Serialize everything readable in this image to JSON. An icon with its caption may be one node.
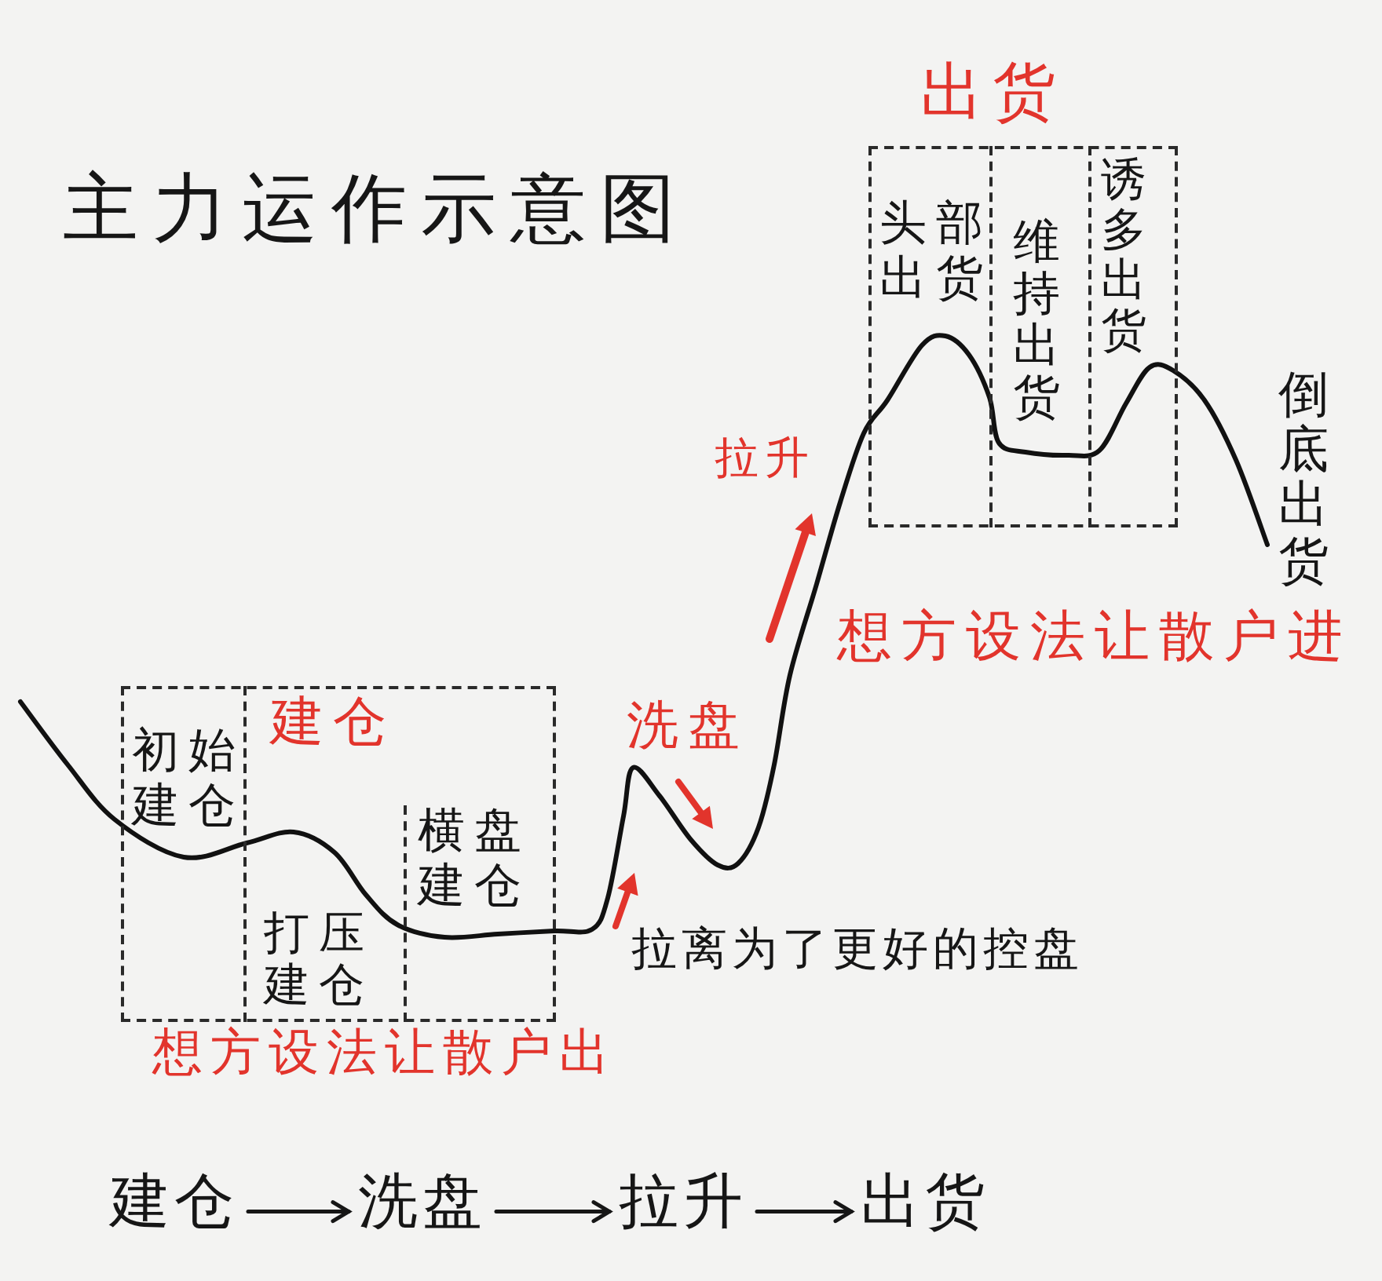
{
  "diagram": {
    "title": "主力运作示意图",
    "nodes": [
      {
        "text": [
          "建仓"
        ]
      },
      {
        "text": [
          "初始建仓"
        ],
        "in": 0
      },
      {
        "text": [
          "打压建仓"
        ],
        "in": 0
      },
      {
        "text": [
          "横盘建仓"
        ],
        "in": 0
      },
      {
        "text": [
          "出货"
        ]
      },
      {
        "text": [
          "头部出货"
        ],
        "in": 4
      },
      {
        "text": [
          "维持出货"
        ],
        "in": 4
      },
      {
        "text": [
          "诱多出货"
        ],
        "in": 4
      },
      {
        "text": [
          "建仓"
        ]
      },
      {
        "text": [
          "洗盘"
        ]
      },
      {
        "text": [
          "拉升"
        ]
      },
      {
        "text": [
          "出货"
        ]
      }
    ],
    "edges": [
      {
        "from": 8,
        "to": 9,
        "arrow": "to"
      },
      {
        "from": 9,
        "to": 10,
        "arrow": "to"
      },
      {
        "from": 10,
        "to": 11,
        "arrow": "to"
      }
    ],
    "labels": [
      "倒底出货",
      "拉升",
      "想方设法让散户进",
      "洗盘",
      "拉离为了更好的控盘",
      "想方设法让散户出"
    ]
  }
}
